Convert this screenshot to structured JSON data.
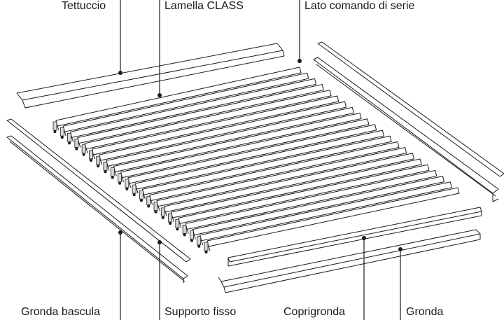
{
  "labels": {
    "tettuccio": "Tettuccio",
    "lamella_class": "Lamella CLASS",
    "lato_comando": "Lato comando di serie",
    "gronda_bascula": "Gronda bascula",
    "supporto_fisso": "Supporto fisso",
    "coprigronda": "Coprigronda",
    "gronda": "Gronda"
  },
  "diagram": {
    "lamella_count": 22,
    "colors": {
      "line": "#1a1a1a",
      "fill": "#ffffff",
      "shade": "#d8d8d8"
    }
  }
}
